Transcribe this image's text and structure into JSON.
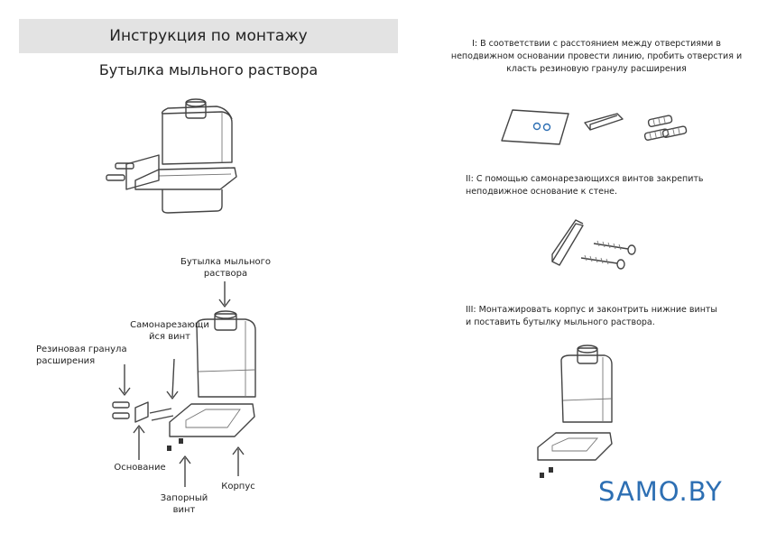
{
  "header": {
    "title": "Инструкция по монтажу"
  },
  "product": {
    "title": "Бутылка мыльного раствора"
  },
  "labels": {
    "bottle_l1": "Бутылка мыльного",
    "bottle_l2": "раствора",
    "screw_l1": "Самонарезающи",
    "screw_l2": "йся винт",
    "granule_l1": "Резиновая гранула",
    "granule_l2": "расширения",
    "base": "Основание",
    "lock_l1": "Запорный",
    "lock_l2": "винт",
    "body": "Корпус"
  },
  "steps": {
    "s1_l1": "I: В соответствии с расстоянием между отверстиями в",
    "s1_l2": "неподвижном основании провести линию, пробить отверстия и",
    "s1_l3": "класть резиновую гранулу расширения",
    "s2_l1": "II: С помощью самонарезающихся винтов закрепить",
    "s2_l2": "неподвижное основание к стене.",
    "s3_l1": "III: Монтажировать корпус и законтрить нижние винты",
    "s3_l2": "и поставить бутылку мыльного раствора."
  },
  "brand": {
    "name": "SAMO.BY",
    "color": "#2d6fb3"
  }
}
